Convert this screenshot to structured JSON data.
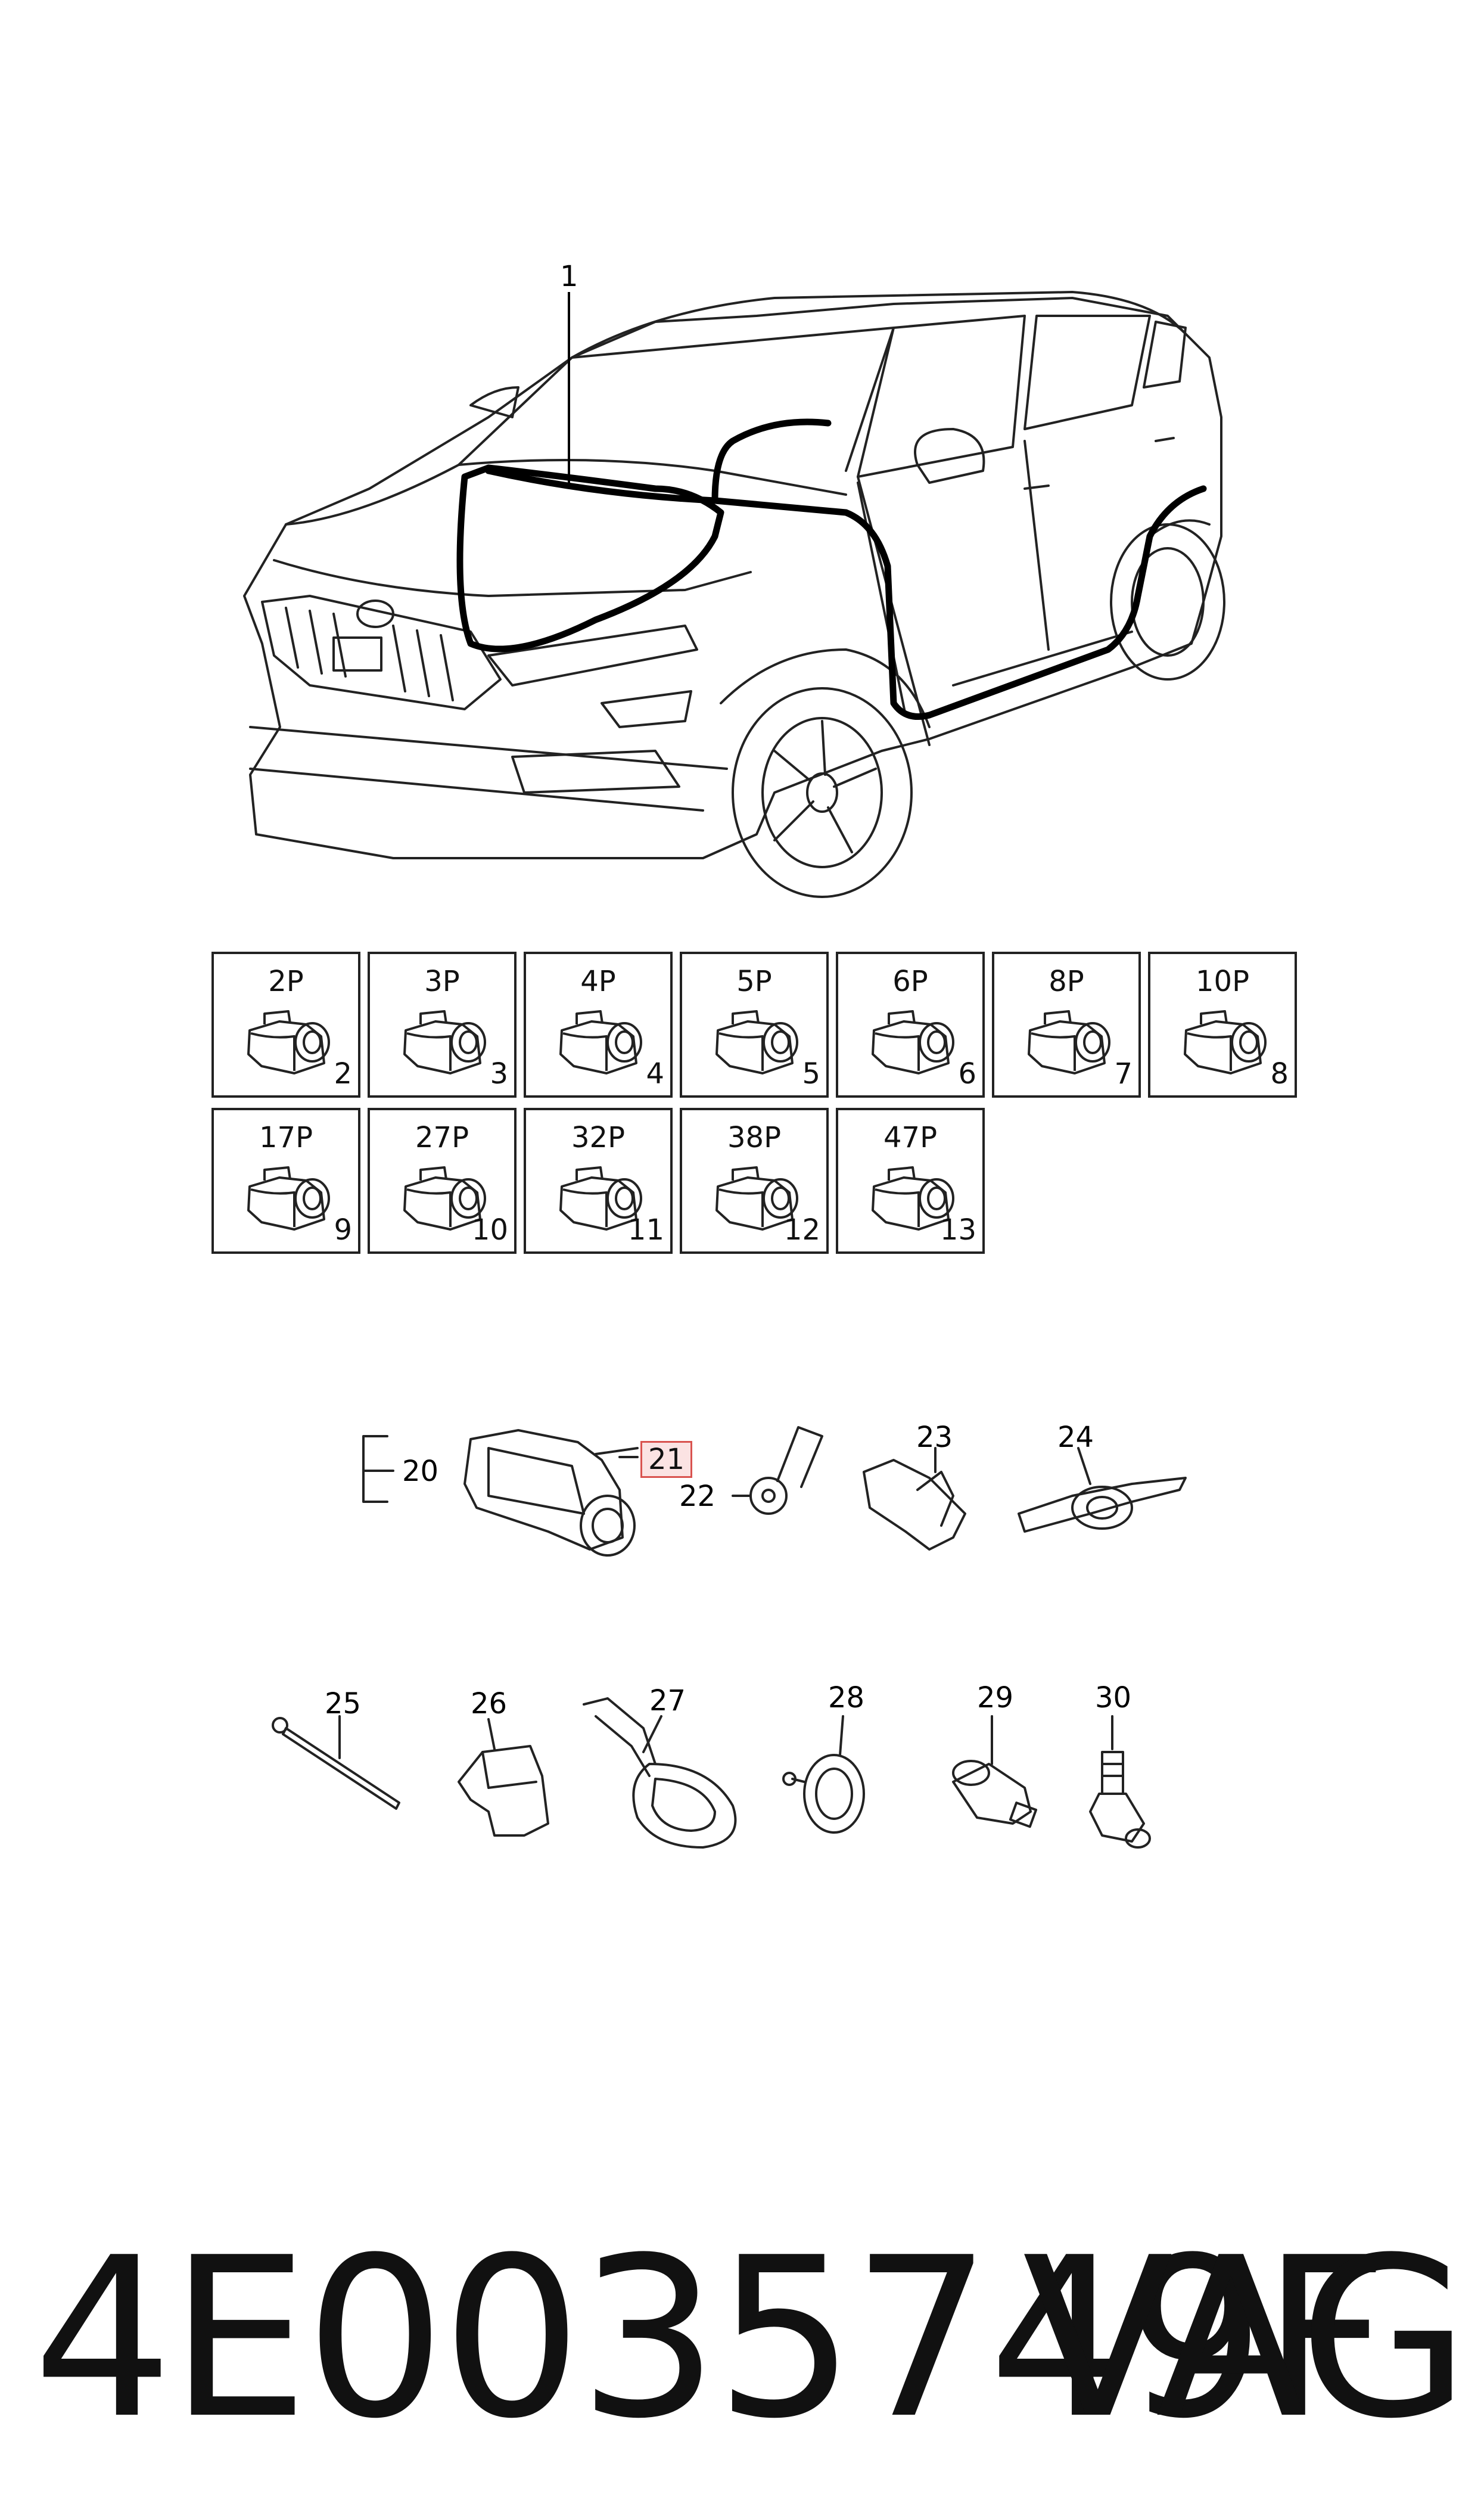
{
  "callout_main": "1",
  "connectors": [
    {
      "pins": "2P",
      "num": "2"
    },
    {
      "pins": "3P",
      "num": "3"
    },
    {
      "pins": "4P",
      "num": "4"
    },
    {
      "pins": "5P",
      "num": "5"
    },
    {
      "pins": "6P",
      "num": "6"
    },
    {
      "pins": "8P",
      "num": "7"
    },
    {
      "pins": "10P",
      "num": "8"
    },
    {
      "pins": "17P",
      "num": "9"
    },
    {
      "pins": "27P",
      "num": "10"
    },
    {
      "pins": "32P",
      "num": "11"
    },
    {
      "pins": "38P",
      "num": "12"
    },
    {
      "pins": "47P",
      "num": "13"
    }
  ],
  "parts_row1": [
    "20",
    "21",
    "22",
    "23",
    "24"
  ],
  "parts_row2": [
    "25",
    "26",
    "27",
    "28",
    "29",
    "30"
  ],
  "highlighted_part": "21",
  "highlight_color": "#d9534f",
  "part_number": "4E0035749F",
  "brand": "VAG"
}
